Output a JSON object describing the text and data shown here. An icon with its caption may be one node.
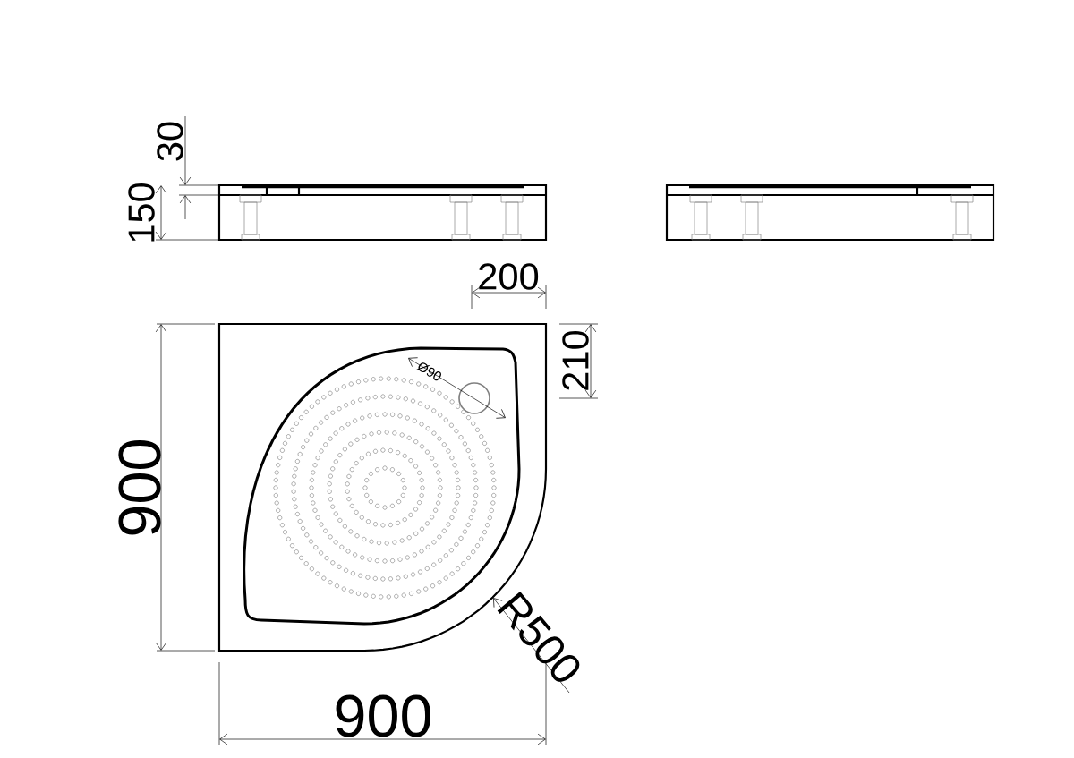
{
  "diagram": {
    "labels": [
      "30",
      "150",
      "200",
      "210",
      "Ø90",
      "900",
      "R500",
      "900"
    ]
  }
}
